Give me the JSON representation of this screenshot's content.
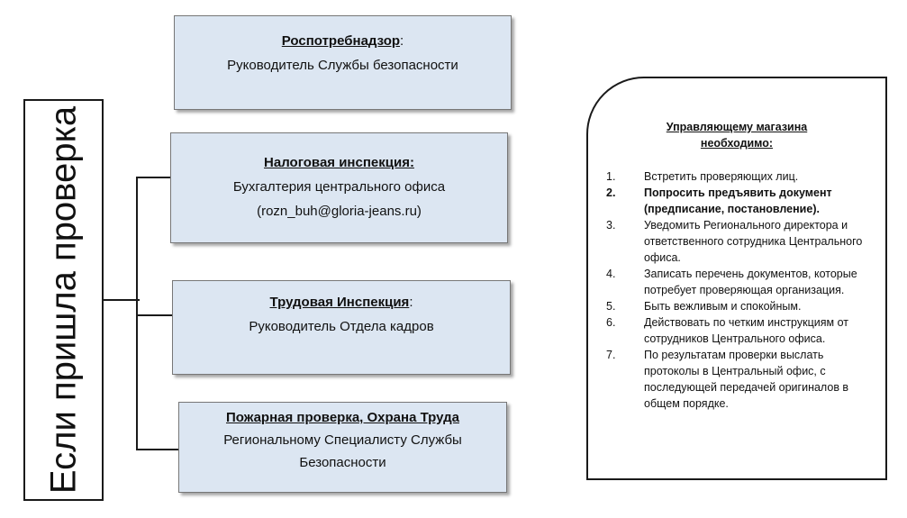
{
  "main": {
    "vertical_label": "Если пришла проверка"
  },
  "orgs": [
    {
      "title": "Роспотребнадзор",
      "suffix": ":",
      "lines": [
        "Руководитель Службы безопасности"
      ]
    },
    {
      "title": "Налоговая инспекция:",
      "suffix": "",
      "lines": [
        "Бухгалтерия центрального офиса",
        "(rozn_buh@gloria-jeans.ru)"
      ]
    },
    {
      "title": "Трудовая Инспекция",
      "suffix": ":",
      "lines": [
        "Руководитель Отдела кадров"
      ]
    },
    {
      "title": "Пожарная проверка, Охрана Труда",
      "suffix": "",
      "lines": [
        "Региональному Специалисту Службы",
        "Безопасности"
      ]
    }
  ],
  "panel": {
    "title_line1": "Управляющему магазина",
    "title_line2": "необходимо:",
    "steps": [
      {
        "num": "1.",
        "text": "Встретить проверяющих лиц.",
        "bold": false
      },
      {
        "num": "2.",
        "text": "Попросить предъявить документ (предписание, постановление).",
        "bold": true
      },
      {
        "num": "3.",
        "text": "Уведомить Регионального директора и ответственного сотрудника Центрального офиса.",
        "bold": false
      },
      {
        "num": "4.",
        "text": "Записать перечень документов, которые потребует проверяющая организация.",
        "bold": false
      },
      {
        "num": "5.",
        "text": "Быть вежливым  и спокойным.",
        "bold": false
      },
      {
        "num": "6.",
        "text": "Действовать по четким инструкциям от сотрудников Центрального офиса.",
        "bold": false
      },
      {
        "num": "7.",
        "text": "По результатам проверки выслать протоколы в Центральный офис, с последующей передачей оригиналов в общем порядке.",
        "bold": false
      }
    ]
  }
}
